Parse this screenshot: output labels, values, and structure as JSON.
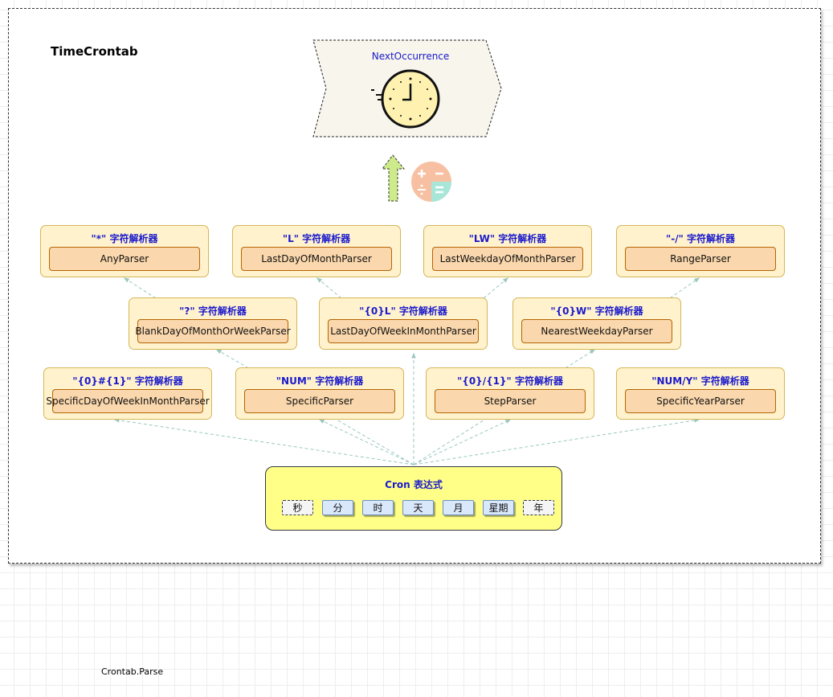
{
  "diagram": {
    "title": "TimeCrontab",
    "next_occurrence_label": "NextOccurrence",
    "footer_label": "Crontab.Parse",
    "rows": [
      [
        {
          "id": "any",
          "title": "\"*\" 字符解析器",
          "parser": "AnyParser"
        },
        {
          "id": "ldm",
          "title": "\"L\" 字符解析器",
          "parser": "LastDayOfMonthParser"
        },
        {
          "id": "lwm",
          "title": "\"LW\" 字符解析器",
          "parser": "LastWeekdayOfMonthParser"
        },
        {
          "id": "range",
          "title": "\"-/\" 字符解析器",
          "parser": "RangeParser"
        }
      ],
      [
        {
          "id": "blank",
          "title": "\"?\" 字符解析器",
          "parser": "BlankDayOfMonthOrWeekParser"
        },
        {
          "id": "ldw",
          "title": "\"{0}L\" 字符解析器",
          "parser": "LastDayOfWeekInMonthParser"
        },
        {
          "id": "nearest",
          "title": "\"{0}W\" 字符解析器",
          "parser": "NearestWeekdayParser"
        }
      ],
      [
        {
          "id": "sdw",
          "title": "\"{0}#{1}\" 字符解析器",
          "parser": "SpecificDayOfWeekInMonthParser"
        },
        {
          "id": "specific",
          "title": "\"NUM\" 字符解析器",
          "parser": "SpecificParser"
        },
        {
          "id": "step",
          "title": "\"{0}/{1}\" 字符解析器",
          "parser": "StepParser"
        },
        {
          "id": "year",
          "title": "\"NUM/Y\" 字符解析器",
          "parser": "SpecificYearParser"
        }
      ]
    ],
    "cron": {
      "title": "Cron 表达式",
      "fields": [
        {
          "label": "秒",
          "style": "dashed"
        },
        {
          "label": "分",
          "style": "solid"
        },
        {
          "label": "时",
          "style": "solid"
        },
        {
          "label": "天",
          "style": "solid"
        },
        {
          "label": "月",
          "style": "solid"
        },
        {
          "label": "星期",
          "style": "solid"
        },
        {
          "label": "年",
          "style": "dashed"
        }
      ]
    },
    "icons": [
      "clock-icon",
      "up-arrow-icon",
      "calculator-icon"
    ],
    "colors": {
      "card_fill": "#fff2cc",
      "card_border": "#d6b656",
      "parser_fill": "#fad7ac",
      "parser_border": "#b46504",
      "title_text": "#1a1acc",
      "cron_fill": "#ffff88",
      "token_fill": "#dae8fc",
      "connector": "#9ac7bf",
      "arrow_fill": "#cdeb8b"
    }
  }
}
